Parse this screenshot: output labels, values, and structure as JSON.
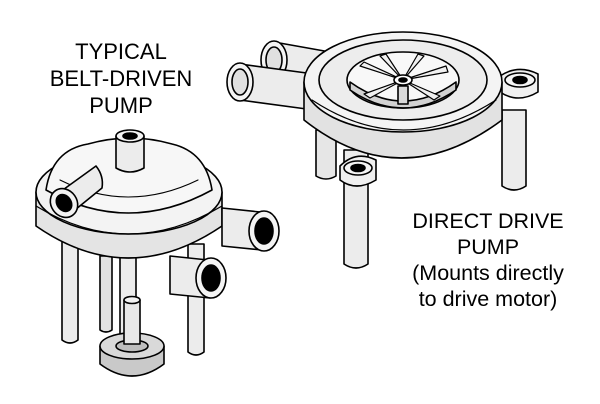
{
  "belt_driven_label": [
    "TYPICAL",
    "BELT-DRIVEN",
    "PUMP"
  ],
  "direct_drive_label": [
    "DIRECT DRIVE",
    "PUMP",
    "(Mounts directly",
    "to drive motor)"
  ],
  "colors": {
    "body_fill": "#efefef",
    "shade_fill": "#d6d6d6",
    "dark_fill": "#bdbdbd",
    "outline": "#000000",
    "port_hole": "#000000"
  }
}
